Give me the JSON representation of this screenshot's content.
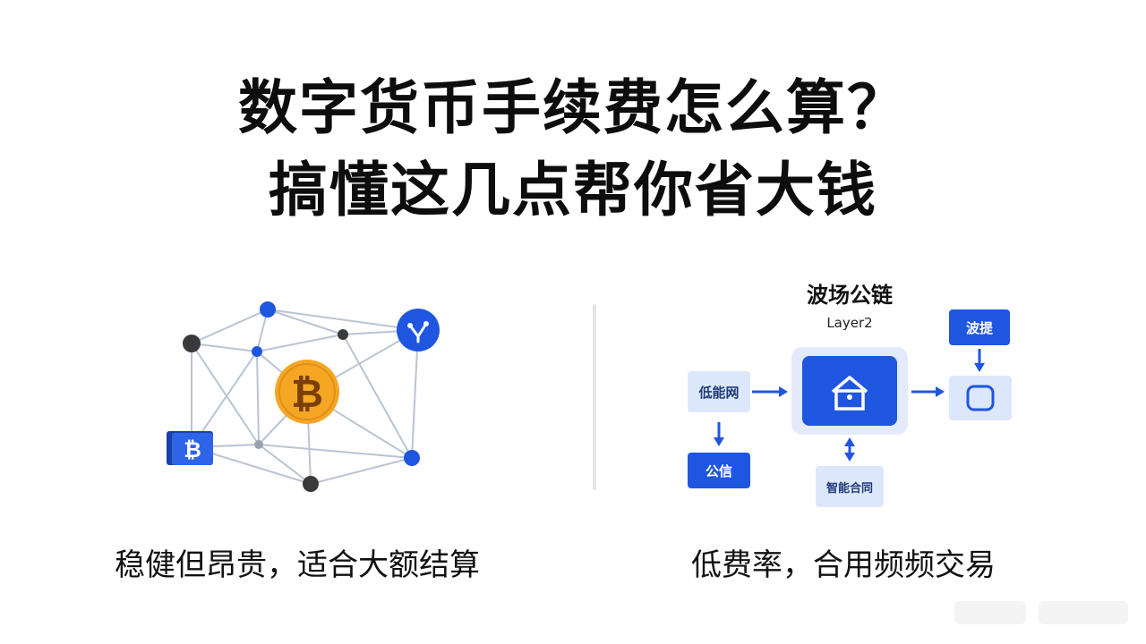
{
  "title": {
    "line1": "数字货币手续费怎么算？",
    "line2": "搞懂这几点帮你省大钱"
  },
  "left_panel": {
    "center_symbol": "₿",
    "side_symbol": "₿",
    "caption": "稳健但昂贵，适合大额结算"
  },
  "right_panel": {
    "chain_title": "波场公链",
    "chain_subtitle": "Layer2",
    "left_box_label": "低能网",
    "bottom_left_box_label": "公信",
    "top_right_box_label": "波提",
    "bottom_box_label": "智能合同",
    "caption": "低费率，合用频频交易"
  },
  "colors": {
    "primary_blue": "#1f56e0",
    "light_blue": "#dde7fb",
    "bitcoin_orange": "#f5a623",
    "node_dark": "#3a3a3a",
    "edge_gray": "#b9c4d4"
  }
}
